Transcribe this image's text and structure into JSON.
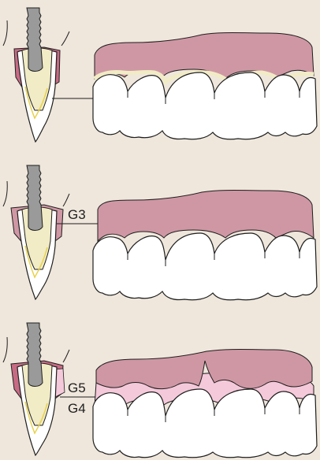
{
  "background_color": "#efe7dc",
  "colors": {
    "gum": "#cf97a4",
    "gum_inflamed": "#c76b85",
    "pink_ceramic": "#f4c9da",
    "tooth_white": "#ffffff",
    "root_cream": "#f1ebc6",
    "implant_gray": "#9a9a9a",
    "outline": "#1e1e1e",
    "yellow_line": "#e8d24a"
  },
  "panels": [
    {
      "id": "panel-1",
      "labels": []
    },
    {
      "id": "panel-2",
      "labels": [
        "G3"
      ]
    },
    {
      "id": "panel-3",
      "labels": [
        "G5",
        "G4"
      ]
    }
  ]
}
